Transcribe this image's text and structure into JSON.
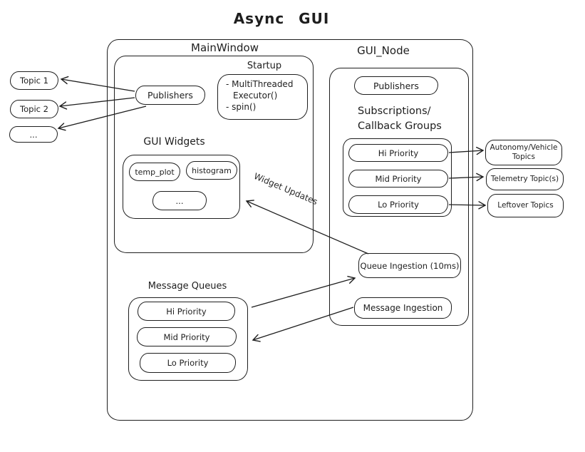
{
  "title": "Async GUI",
  "colors": {
    "stroke": "#1e1e1e",
    "background": "#ffffff"
  },
  "left_topics": [
    "Topic 1",
    "Topic 2",
    "..."
  ],
  "main_window": {
    "label": "MainWindow",
    "publishers_label": "Publishers",
    "startup": {
      "label": "Startup",
      "lines": [
        "- MultiThreaded",
        "Executor()",
        "- spin()"
      ]
    },
    "gui_widgets": {
      "label": "GUI Widgets",
      "items": [
        "temp_plot",
        "histogram",
        "..."
      ]
    }
  },
  "gui_node": {
    "label": "GUI_Node",
    "publishers_label": "Publishers",
    "subscriptions": {
      "label_line1": "Subscriptions/",
      "label_line2": "Callback Groups",
      "items": [
        "Hi Priority",
        "Mid Priority",
        "Lo Priority"
      ]
    },
    "queue_ingestion_label": "Queue Ingestion (10ms)",
    "message_ingestion_label": "Message Ingestion"
  },
  "right_topics": [
    "Autonomy/Vehicle Topics",
    "Telemetry Topic(s)",
    "Leftover Topics"
  ],
  "message_queues": {
    "label": "Message Queues",
    "items": [
      "Hi Priority",
      "Mid Priority",
      "Lo Priority"
    ]
  },
  "annotations": {
    "widget_updates": "Widget Updates"
  }
}
